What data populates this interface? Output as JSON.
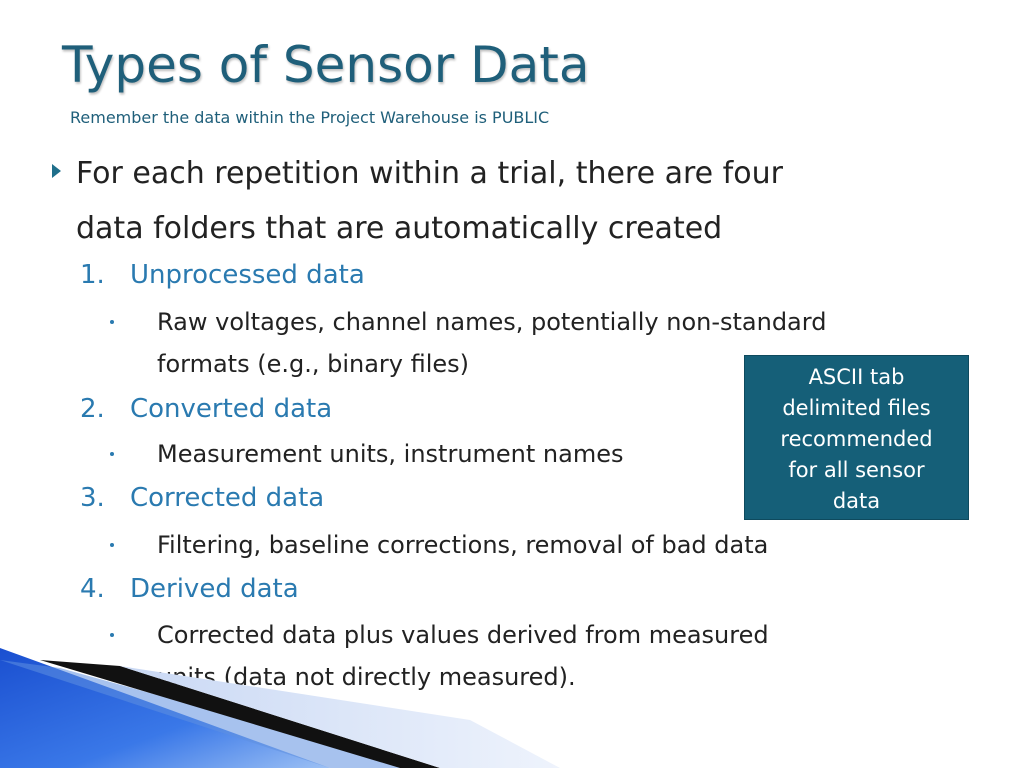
{
  "title": "Types of Sensor Data",
  "subtitle": "Remember the data within the Project Warehouse is PUBLIC",
  "main": {
    "line1": "For each repetition within a trial, there are four",
    "line2": "data folders that are automatically created",
    "items": [
      {
        "num": "1.",
        "label": "Unprocessed data",
        "detail": [
          "Raw voltages, channel names, potentially non-standard",
          "formats (e.g., binary files)"
        ]
      },
      {
        "num": "2.",
        "label": "Converted data",
        "detail": [
          "Measurement units, instrument names"
        ]
      },
      {
        "num": "3.",
        "label": "Corrected data",
        "detail": [
          "Filtering, baseline corrections, removal of bad data"
        ]
      },
      {
        "num": "4.",
        "label": "Derived data",
        "detail": [
          "Corrected data plus values derived from measured",
          "units (data not directly measured)."
        ]
      }
    ]
  },
  "note": {
    "lines": [
      "ASCII tab",
      "delimited files",
      "recommended",
      "for all sensor",
      "data"
    ]
  },
  "colors": {
    "title": "#1f5f7a",
    "accent": "#2a7ab0",
    "note_bg": "#155f78"
  }
}
